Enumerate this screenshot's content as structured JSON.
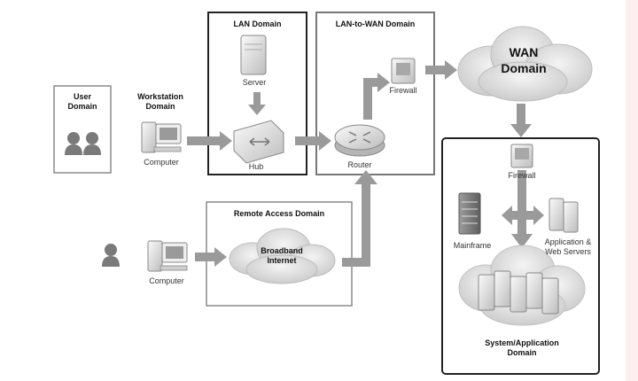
{
  "domains": {
    "user": "User Domain",
    "workstation": "Workstation Domain",
    "lan": "LAN Domain",
    "lan_to_wan": "LAN-to-WAN Domain",
    "wan": "WAN Domain",
    "remote_access": "Remote Access Domain",
    "system_application": "System/Application Domain"
  },
  "devices": {
    "computer_workstation": "Computer",
    "computer_remote": "Computer",
    "server": "Server",
    "hub": "Hub",
    "router": "Router",
    "firewall_outer": "Firewall",
    "firewall_inner": "Firewall",
    "mainframe": "Mainframe",
    "app_web_servers": "Application & Web Servers",
    "broadband": "Broadband Internet"
  },
  "colors": {
    "box_border_bold": "#222222",
    "box_border_light": "#8a8a8a",
    "arrow": "#9a9a9a",
    "cloud": "#d6d6d6",
    "person": "#7a7a7a"
  }
}
